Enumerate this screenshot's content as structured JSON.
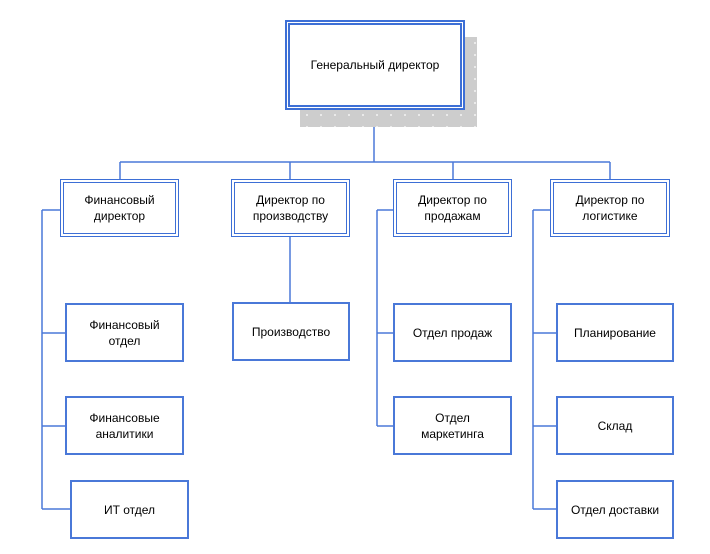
{
  "diagram": {
    "type": "org-chart",
    "colors": {
      "line": "#4a78d8",
      "border": "#3d6fd6",
      "shadow": "#cdcdcd"
    },
    "root": {
      "id": "ceo",
      "label": "Генеральный директор"
    },
    "directors": [
      {
        "id": "cfo",
        "label": "Финансовый\nдиректор",
        "children": [
          {
            "id": "fin-dept",
            "label": "Финансовый\nотдел"
          },
          {
            "id": "fin-analytics",
            "label": "Финансовые\nаналитики"
          },
          {
            "id": "it-dept",
            "label": "ИТ отдел"
          }
        ]
      },
      {
        "id": "production-director",
        "label": "Директор по\nпроизводству",
        "children": [
          {
            "id": "production",
            "label": "Производство"
          }
        ]
      },
      {
        "id": "sales-director",
        "label": "Директор по\nпродажам",
        "children": [
          {
            "id": "sales-dept",
            "label": "Отдел продаж"
          },
          {
            "id": "marketing-dept",
            "label": "Отдел\nмаркетинга"
          }
        ]
      },
      {
        "id": "logistics-director",
        "label": "Директор по\nлогистике",
        "children": [
          {
            "id": "planning",
            "label": "Планирование"
          },
          {
            "id": "warehouse",
            "label": "Склад"
          },
          {
            "id": "delivery-dept",
            "label": "Отдел доставки"
          }
        ]
      }
    ]
  }
}
